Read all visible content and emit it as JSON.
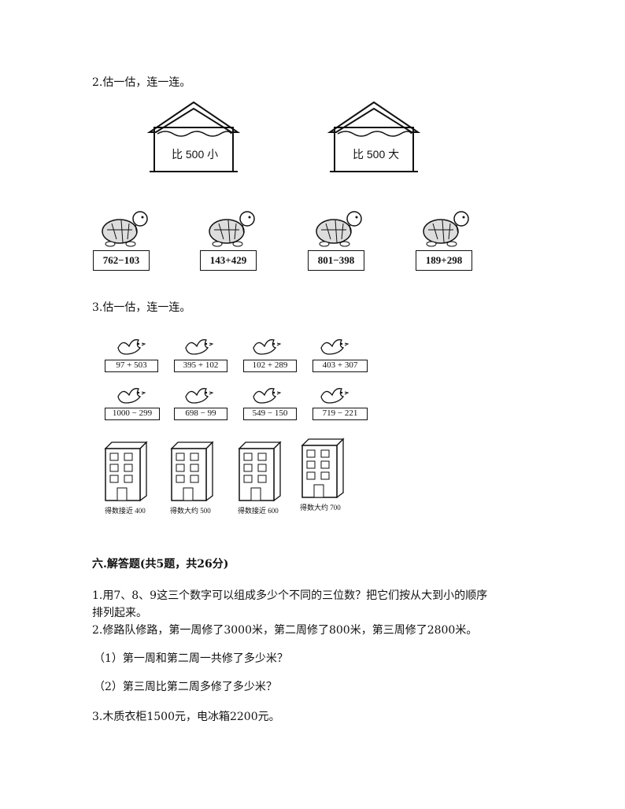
{
  "q2": {
    "title": "2.估一估，连一连。",
    "houses": [
      "比 500 小",
      "比 500 大"
    ],
    "turtles": [
      "762−103",
      "143+429",
      "801−398",
      "189+298"
    ]
  },
  "q3": {
    "title": "3.估一估，连一连。",
    "birds_row1": [
      "97 + 503",
      "395 + 102",
      "102 + 289",
      "403 + 307"
    ],
    "birds_row2": [
      "1000 − 299",
      "698 − 99",
      "549 − 150",
      "719 − 221"
    ],
    "buildings": [
      "得数接近 400",
      "得数大约 500",
      "得数接近 600",
      "得数大约 700"
    ]
  },
  "section6": {
    "title": "六.解答题(共5题，共26分)",
    "p1_line1": "1.用7、8、9这三个数字可以组成多少个不同的三位数？把它们按从大到小的顺序",
    "p1_line2": "排列起来。",
    "p2": "2.修路队修路，第一周修了3000米，第二周修了800米，第三周修了2800米。",
    "p2_sub1": "（1）第一周和第二周一共修了多少米？",
    "p2_sub2": "（2）第三周比第二周多修了多少米？",
    "p3": "3.木质衣柜1500元，电冰箱2200元。"
  }
}
